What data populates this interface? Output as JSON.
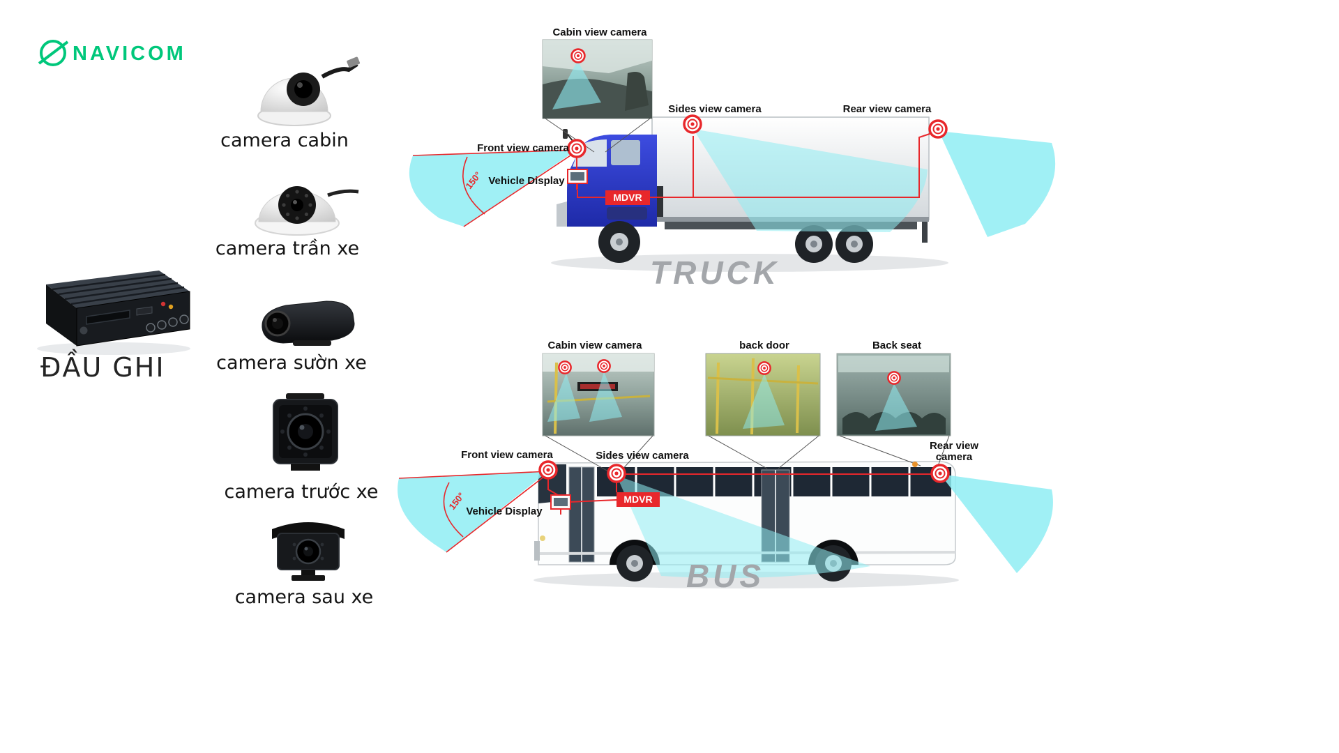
{
  "brand": {
    "name": "NAVICOM"
  },
  "dvr": {
    "label": "ĐẦU GHI"
  },
  "cameras": [
    {
      "label": "camera cabin"
    },
    {
      "label": "camera trần xe"
    },
    {
      "label": "camera sườn xe"
    },
    {
      "label": "camera trước xe"
    },
    {
      "label": "camera sau xe"
    }
  ],
  "truck": {
    "cabin_label": "Cabin view camera",
    "sides_label": "Sides view camera",
    "rear_label": "Rear view camera",
    "front_label": "Front view camera",
    "display_label": "Vehicle Display",
    "mdvr_label": "MDVR",
    "angle_label": "150°",
    "name": "TRUCK"
  },
  "bus": {
    "cabin_label": "Cabin view camera",
    "back_door_label": "back door",
    "back_seat_label": "Back seat",
    "front_label": "Front view camera",
    "sides_label": "Sides view camera",
    "rear_label_line1": "Rear view",
    "rear_label_line2": "camera",
    "display_label": "Vehicle Display",
    "mdvr_label": "MDVR",
    "angle_label": "150°",
    "name": "BUS"
  },
  "colors": {
    "brand_green": "#00C77B",
    "marker_red": "#E8272B",
    "beam_cyan": "#8FEDF3",
    "truck_cab_blue": "#2B3FD0",
    "vehicle_name_gray": "#A3A6AA"
  }
}
